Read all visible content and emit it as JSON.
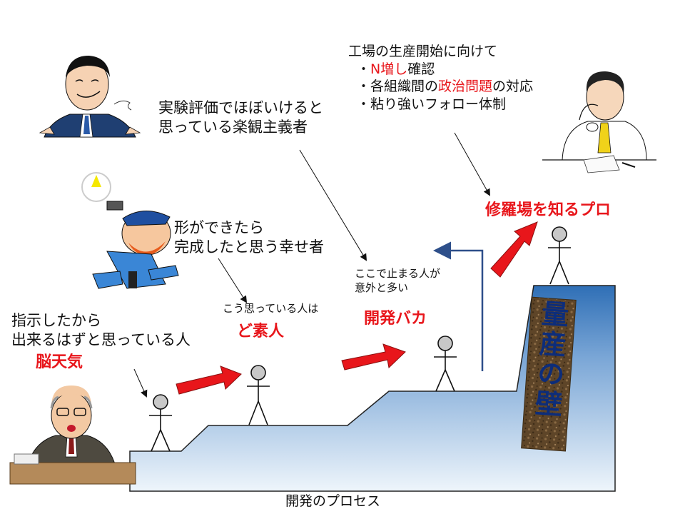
{
  "footer": {
    "caption": "開発のプロセス"
  },
  "personas": {
    "optimist": {
      "line1": "実験評価でほぼいけると",
      "line2": "思っている楽観主義者"
    },
    "happy": {
      "line1": "形ができたら",
      "line2": "完成したと思う幸せ者"
    },
    "nobrainer": {
      "line1": "指示したから",
      "line2": "出来るはずと思っている人",
      "label": "脳天気"
    }
  },
  "stages": {
    "amateur": {
      "note": "こう思っている人は",
      "label": "ど素人"
    },
    "dev": {
      "note_line1": "ここで止まる人が",
      "note_line2": "意外と多い",
      "label": "開発バカ"
    },
    "pro": {
      "label": "修羅場を知るプロ"
    }
  },
  "production": {
    "title": "工場の生産開始に向けて",
    "b1_a": "・",
    "b1_red": "N増し",
    "b1_b": "確認",
    "b2_a": "・各組織間の",
    "b2_red": "政治問題",
    "b2_b": "の対応",
    "b3": "・粘り強いフォロー体制"
  },
  "wall": {
    "label": "量産の壁"
  },
  "colors": {
    "accent_red": "#e8161b",
    "terrain_top": "#2f6fb6",
    "terrain_bottom": "#e6f0fa",
    "wall_band": "#6b4f2e",
    "wall_text": "#0d2d7a",
    "blue_arrow": "#2e4f8a"
  }
}
